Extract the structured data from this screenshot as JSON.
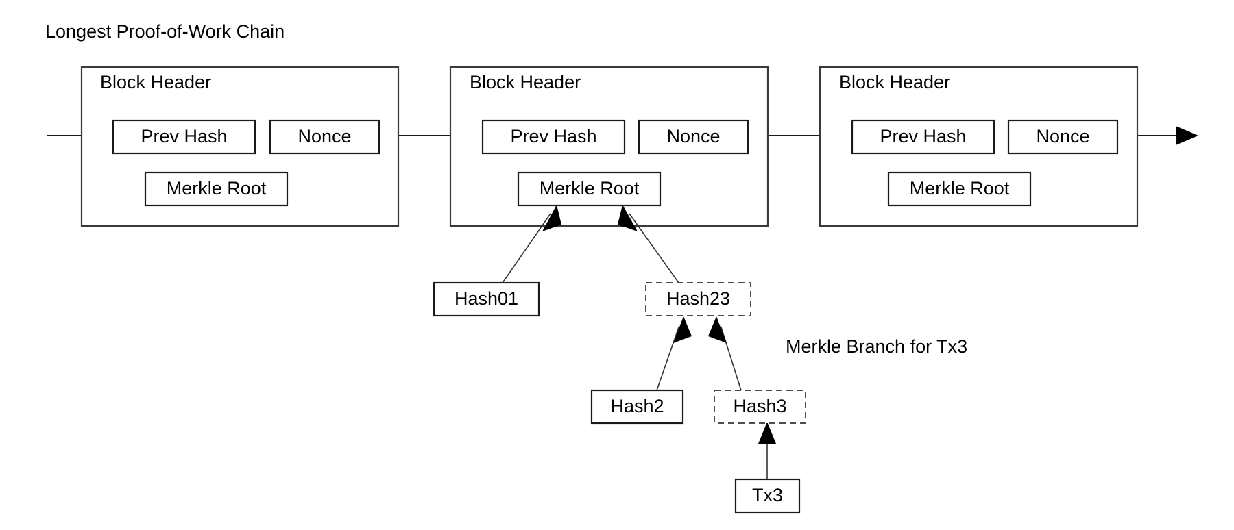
{
  "diagram": {
    "title": "Longest Proof-of-Work Chain",
    "annotation": "Merkle Branch for Tx3",
    "colors": {
      "background": "#ffffff",
      "stroke": "#1a1a1a",
      "outer_stroke": "#3a3a3a",
      "dashed_stroke": "#4d4d4d",
      "text": "#000000"
    },
    "blocks": [
      {
        "id": "block-1",
        "header_label": "Block Header",
        "prev_hash_label": "Prev Hash",
        "nonce_label": "Nonce",
        "merkle_root_label": "Merkle Root"
      },
      {
        "id": "block-2",
        "header_label": "Block Header",
        "prev_hash_label": "Prev Hash",
        "nonce_label": "Nonce",
        "merkle_root_label": "Merkle Root"
      },
      {
        "id": "block-3",
        "header_label": "Block Header",
        "prev_hash_label": "Prev Hash",
        "nonce_label": "Nonce",
        "merkle_root_label": "Merkle Root"
      }
    ],
    "merkle_nodes": [
      {
        "id": "hash01",
        "label": "Hash01",
        "border": "solid"
      },
      {
        "id": "hash23",
        "label": "Hash23",
        "border": "dashed"
      },
      {
        "id": "hash2",
        "label": "Hash2",
        "border": "solid"
      },
      {
        "id": "hash3",
        "label": "Hash3",
        "border": "dashed"
      },
      {
        "id": "tx3",
        "label": "Tx3",
        "border": "solid"
      }
    ],
    "edges": [
      {
        "from": "hash01",
        "to": "block-2-merkle-root"
      },
      {
        "from": "hash23",
        "to": "block-2-merkle-root"
      },
      {
        "from": "hash2",
        "to": "hash23"
      },
      {
        "from": "hash3",
        "to": "hash23"
      },
      {
        "from": "tx3",
        "to": "hash3"
      },
      {
        "from": "chain-in",
        "to": "block-1-prev-hash"
      },
      {
        "from": "block-1",
        "to": "block-2-prev-hash"
      },
      {
        "from": "block-2",
        "to": "block-3-prev-hash"
      },
      {
        "from": "block-3",
        "to": "chain-out"
      }
    ]
  }
}
